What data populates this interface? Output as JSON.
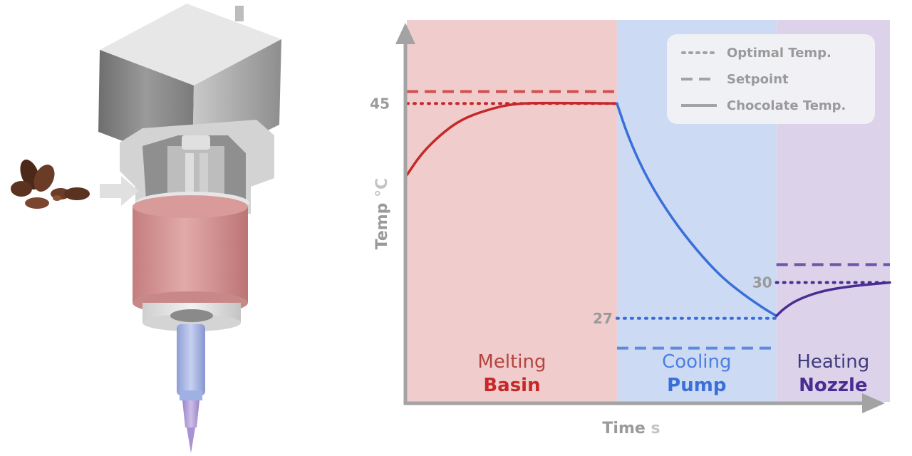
{
  "chart_data": {
    "type": "line",
    "xlabel": "Time",
    "xlabel_unit": "s",
    "ylabel": "Temp",
    "ylabel_unit": "°C",
    "ylim": [
      20,
      52
    ],
    "grid": false,
    "legend_position": "top-right",
    "legend": [
      {
        "label": "Optimal Temp.",
        "style": "dotted"
      },
      {
        "label": "Setpoint",
        "style": "dashed"
      },
      {
        "label": "Chocolate Temp.",
        "style": "solid"
      }
    ],
    "zones": [
      {
        "title": "Melting",
        "name": "Basin",
        "color": "#c62828",
        "title_color": "#b3443e",
        "bg": "#f0cccc",
        "optimal": 45,
        "setpoint": 46,
        "optimal_label": "45",
        "x_range": [
          0,
          0.435
        ]
      },
      {
        "title": "Cooling",
        "name": "Pump",
        "color": "#3a6fd8",
        "title_color": "#4b7fe0",
        "bg": "#ccdaf4",
        "optimal": 27,
        "setpoint": 24.5,
        "optimal_label": "27",
        "x_range": [
          0.435,
          0.765
        ]
      },
      {
        "title": "Heating",
        "name": "Nozzle",
        "color": "#4a2d91",
        "title_color": "#3f3b7a",
        "bg": "#dcd3eb",
        "optimal": 30,
        "setpoint": 31.5,
        "optimal_label": "30",
        "x_range": [
          0.765,
          1.0
        ]
      }
    ],
    "series": [
      {
        "name": "Chocolate Temp.",
        "points": [
          [
            0.0,
            39.0
          ],
          [
            0.03,
            40.8
          ],
          [
            0.07,
            42.4
          ],
          [
            0.11,
            43.6
          ],
          [
            0.16,
            44.4
          ],
          [
            0.22,
            45.0
          ],
          [
            0.3,
            45.05
          ],
          [
            0.435,
            45.0
          ],
          [
            0.46,
            42.0
          ],
          [
            0.5,
            38.5
          ],
          [
            0.55,
            35.3
          ],
          [
            0.6,
            32.7
          ],
          [
            0.65,
            30.5
          ],
          [
            0.7,
            28.9
          ],
          [
            0.74,
            27.8
          ],
          [
            0.765,
            27.2
          ],
          [
            0.78,
            27.8
          ],
          [
            0.81,
            28.6
          ],
          [
            0.86,
            29.3
          ],
          [
            0.92,
            29.7
          ],
          [
            1.0,
            30.0
          ]
        ]
      }
    ]
  },
  "device": {
    "input_label": "",
    "colors": {
      "housing": "#b9b9b9",
      "heater": "#d59595",
      "nozzle": "#aab6e2",
      "tip": "#b6a3d6",
      "chocolate": "#5a3220"
    }
  }
}
